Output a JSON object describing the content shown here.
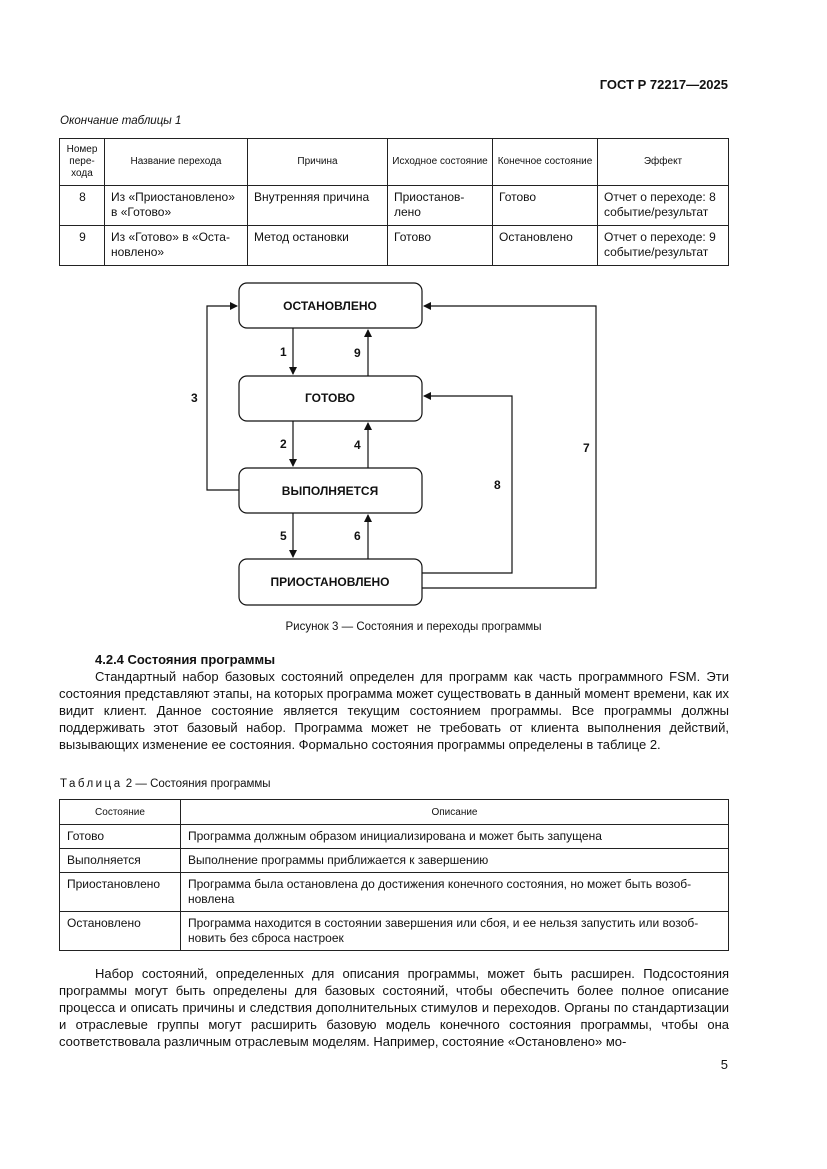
{
  "header": {
    "doc_id": "ГОСТ Р 72217—2025"
  },
  "table1": {
    "caption": "Окончание таблицы 1",
    "columns": [
      "Номер пере-хода",
      "Название перехода",
      "Причина",
      "Исходное состояние",
      "Конечное состояние",
      "Эффект"
    ],
    "rows": [
      [
        "8",
        "Из «Приостановлено» в «Готово»",
        "Внутренняя причина",
        "Приостанов-лено",
        "Готово",
        "Отчет о переходе: 8 событие/результат"
      ],
      [
        "9",
        "Из «Готово» в «Оста-новлено»",
        "Метод остановки",
        "Готово",
        "Остановлено",
        "Отчет о переходе: 9 событие/результат"
      ]
    ]
  },
  "figure": {
    "states": {
      "stopped": "ОСТАНОВЛЕНО",
      "ready": "ГОТОВО",
      "running": "ВЫПОЛНЯЕТСЯ",
      "paused": "ПРИОСТАНОВЛЕНО"
    },
    "transitions": [
      "1",
      "2",
      "3",
      "4",
      "5",
      "6",
      "7",
      "8",
      "9"
    ],
    "caption": "Рисунок 3 — Состояния и переходы программы"
  },
  "section": {
    "heading": "4.2.4  Состояния программы",
    "paragraph1": "Стандартный набор базовых состояний определен для программ как часть программного FSM. Эти состояния представляют этапы, на которых программа может существовать в данный момент времени, как их видит клиент. Данное состояние является текущим состоянием программы. Все программы должны поддерживать этот базовый набор. Программа может не требовать от клиента выполнения действий, вызывающих изменение ее состояния. Формально состояния программы определены в таблице 2."
  },
  "table2": {
    "caption_prefix": "Таблица",
    "caption_rest": " 2 — Состояния программы",
    "columns": [
      "Состояние",
      "Описание"
    ],
    "rows": [
      [
        "Готово",
        "Программа должным образом инициализирована и может быть запущена"
      ],
      [
        "Выполняется",
        "Выполнение программы приближается к завершению"
      ],
      [
        "Приостановлено",
        "Программа была остановлена до достижения конечного состояния, но может быть возоб-новлена"
      ],
      [
        "Остановлено",
        "Программа находится в состоянии завершения или сбоя, и ее нельзя запустить или возоб-новить без сброса настроек"
      ]
    ]
  },
  "paragraph2": "Набор состояний, определенных для описания программы, может быть расширен. Подсостояния программы могут быть определены для базовых состояний, чтобы обеспечить более полное описание процесса и описать причины и следствия дополнительных стимулов и переходов. Органы по стандартизации и отраслевые группы могут расширить базовую модель конечного состояния программы, чтобы она соответствовала различным отраслевым моделям. Например, состояние «Остановлено» мо-",
  "page_number": "5"
}
